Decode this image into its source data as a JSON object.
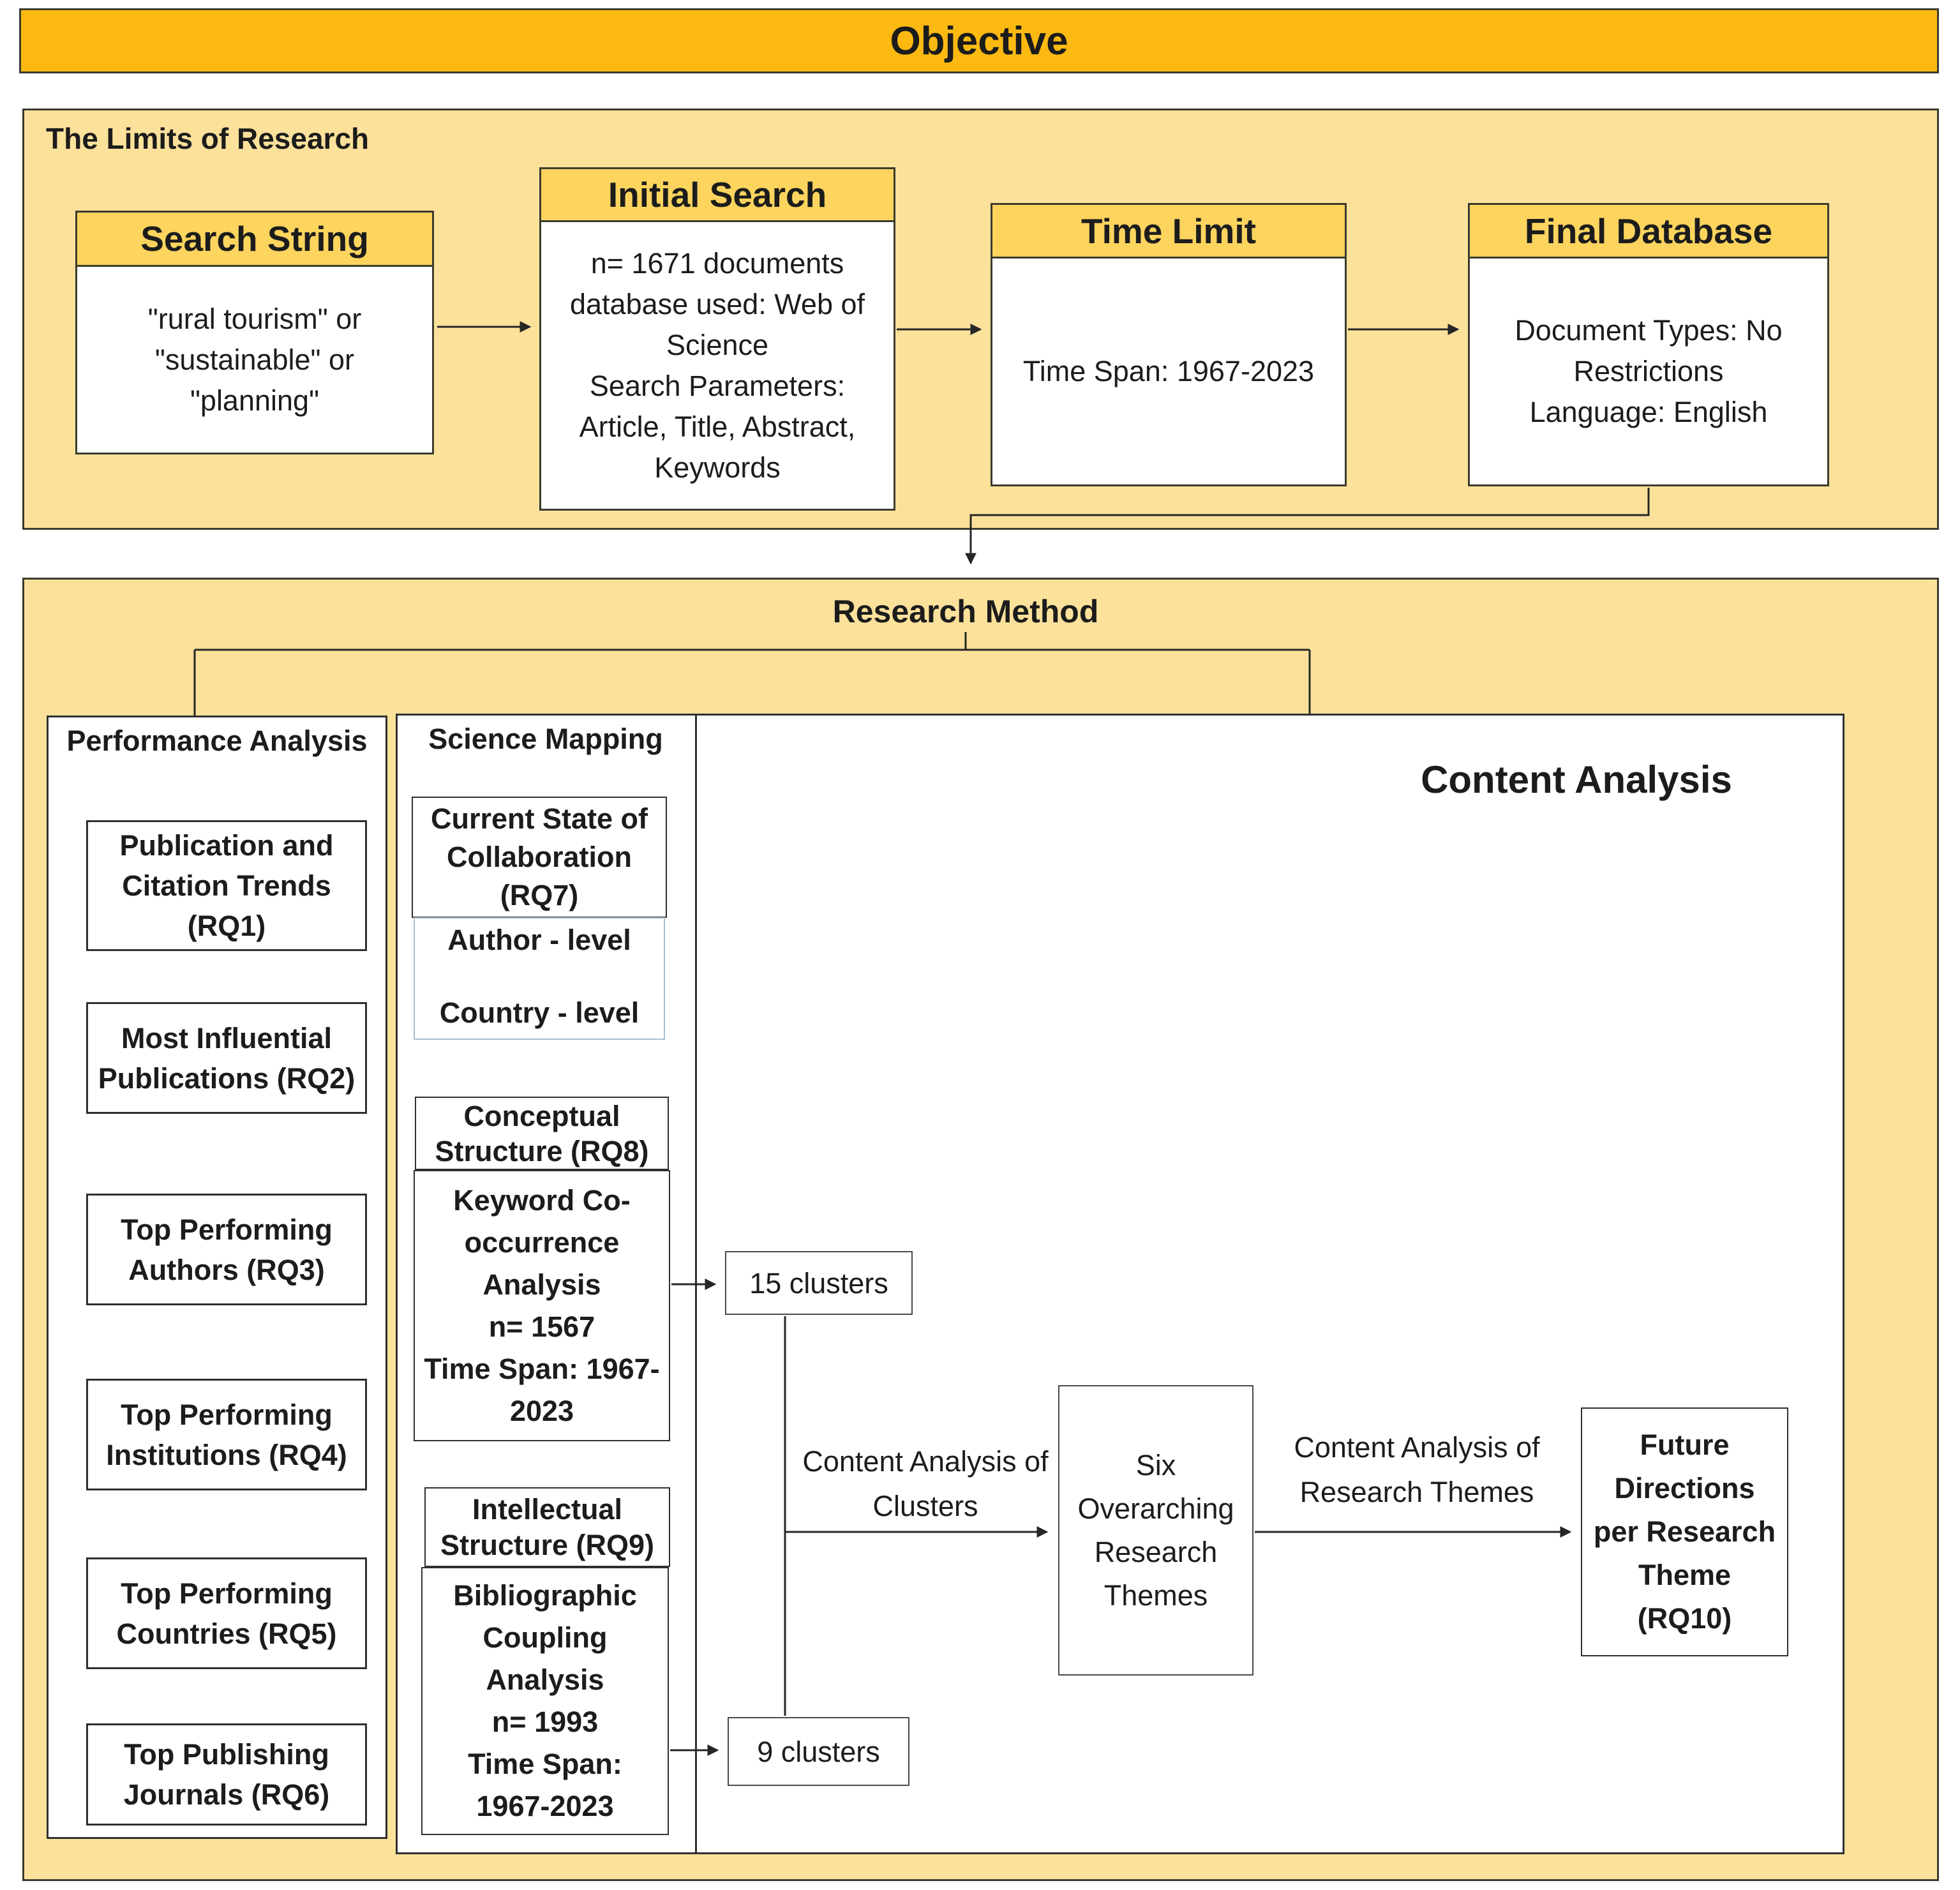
{
  "colors": {
    "gold_bar": "#FCB912",
    "gold_header": "#FCD45E",
    "pale_container": "#FCE19B",
    "border_dark": "#3b3b2e",
    "levels_border": "#a8bdd1"
  },
  "header": {
    "title": "Objective"
  },
  "limits": {
    "label": "The Limits of Research",
    "boxes": [
      {
        "title": "Search String",
        "body": "\"rural tourism\" or\n\"sustainable\" or\n\"planning\""
      },
      {
        "title": "Initial Search",
        "body": "n= 1671 documents\ndatabase used: Web of\nScience\nSearch Parameters:\nArticle, Title, Abstract,\nKeywords"
      },
      {
        "title": "Time Limit",
        "body": "Time Span: 1967-2023"
      },
      {
        "title": "Final Database",
        "body": "Document Types: No\nRestrictions\nLanguage: English"
      }
    ]
  },
  "method": {
    "label": "Research Method",
    "performance": {
      "title": "Performance Analysis",
      "items": [
        "Publication and\nCitation Trends\n(RQ1)",
        "Most Influential\nPublications (RQ2)",
        "Top Performing\nAuthors (RQ3)",
        "Top Performing\nInstitutions (RQ4)",
        "Top Performing\nCountries (RQ5)",
        "Top Publishing\nJournals (RQ6)"
      ]
    },
    "science_mapping": {
      "title": "Science Mapping",
      "rq7": "Current State of\nCollaboration\n(RQ7)",
      "author_level": "Author  - level",
      "country_level": "Country - level",
      "rq8_header": "Conceptual\nStructure (RQ8)",
      "rq8_body": "Keyword Co-\noccurrence\nAnalysis\nn= 1567\nTime Span: 1967-\n2023",
      "rq9_header": "Intellectual\nStructure (RQ9)",
      "rq9_body": "Bibliographic\nCoupling\nAnalysis\nn= 1993\nTime Span:\n1967-2023"
    },
    "content_analysis": {
      "title": "Content Analysis",
      "clusters_15": "15 clusters",
      "clusters_9": "9 clusters",
      "label_clusters": "Content Analysis of\nClusters",
      "themes_box": "Six\nOverarching\nResearch\nThemes",
      "label_themes": "Content Analysis of\nResearch Themes",
      "future_box": "Future\nDirections\nper Research\nTheme\n(RQ10)"
    }
  }
}
